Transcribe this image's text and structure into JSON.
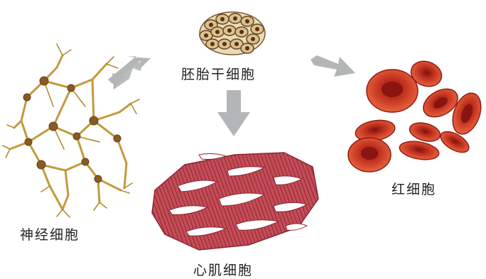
{
  "labels": {
    "center": "胚胎干细胞",
    "nerve": "神经细胞",
    "heart": "心肌细胞",
    "rbc": "红细胞"
  },
  "colors": {
    "arrow": "#b3b6b6",
    "nerve_branch": "#c39a3c",
    "nerve_body": "#7a4b1e",
    "muscle_dark": "#a3343f",
    "muscle_light": "#d46a74",
    "rbc_dark": "#a8231b",
    "rbc_light": "#e25a3f",
    "stem_dark": "#6b4226",
    "stem_light": "#d9c38c"
  }
}
